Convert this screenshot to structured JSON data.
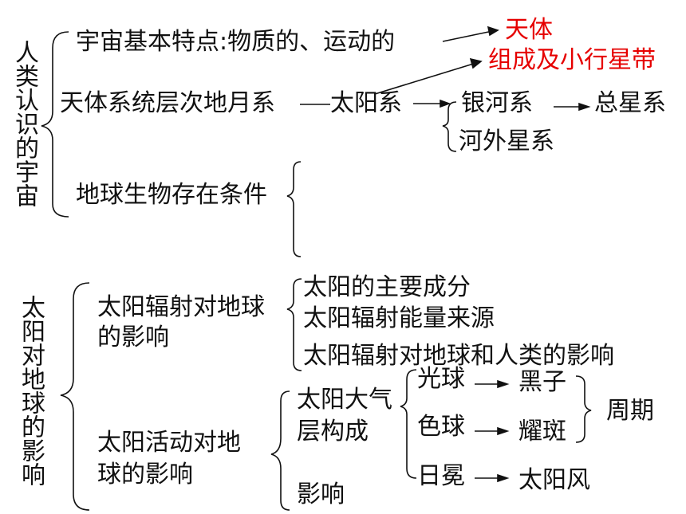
{
  "section1": {
    "title": "人类认识的宇宙",
    "feature_label": "宇宙基本特点:物质的、运动的",
    "target_celestial": "天体",
    "target_composition": "组成及小行星带",
    "hierarchy_label": "天体系统层次地月系",
    "solar_system": "太阳系",
    "galaxy": "银河系",
    "extragalactic": "河外星系",
    "total_system": "总星系",
    "life_conditions": "地球生物存在条件"
  },
  "section2": {
    "title": "太阳对地球的影响",
    "radiation_label": [
      "太阳辐射对地球",
      "的影响"
    ],
    "radiation_items": [
      "太阳的主要成分",
      "太阳辐射能量来源",
      "太阳辐射对地球和人类的影响"
    ],
    "activity_label": [
      "太阳活动对地",
      "球的影响"
    ],
    "atmosphere_label": [
      "太阳大气",
      "层构成"
    ],
    "layers": [
      "光球",
      "色球",
      "日冕"
    ],
    "phenomena": [
      "黑子",
      "耀斑",
      "太阳风"
    ],
    "period": "周期",
    "impact": "影响"
  },
  "colors": {
    "text": "#111111",
    "highlight": "#e60000"
  }
}
